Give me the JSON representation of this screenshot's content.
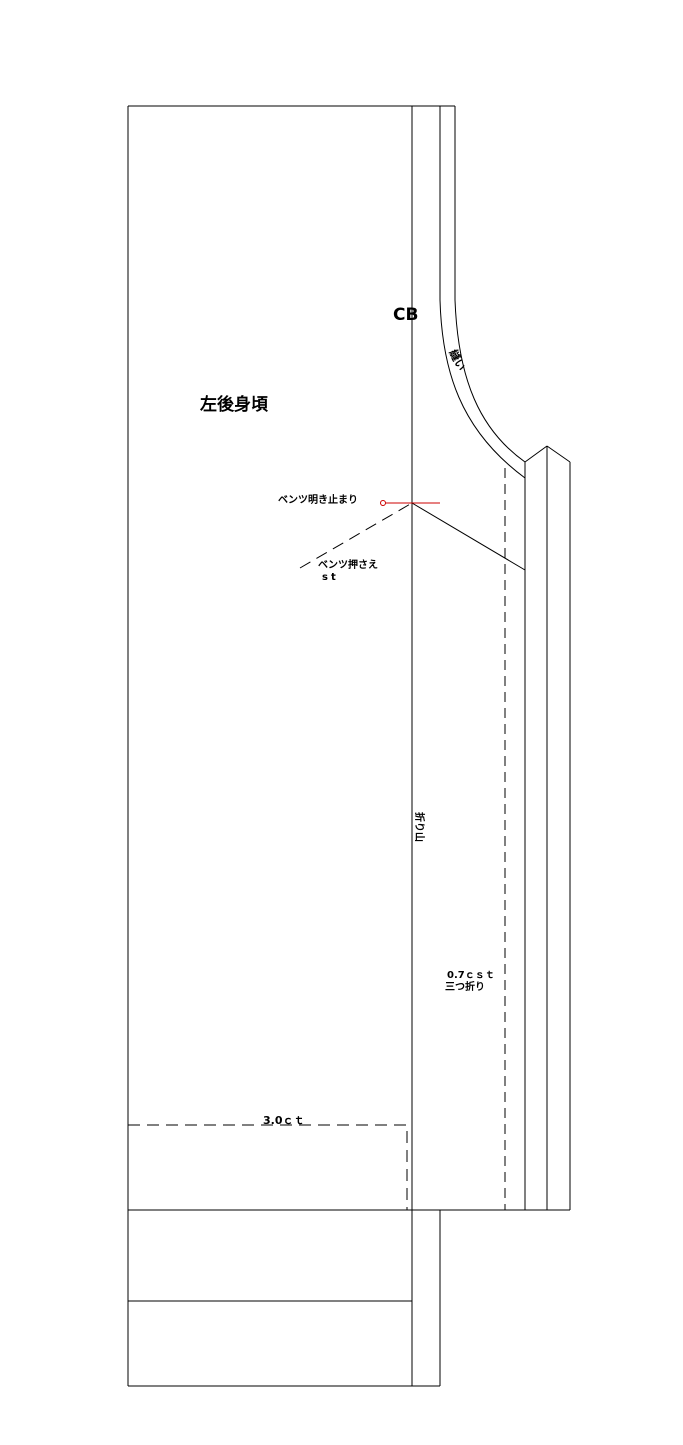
{
  "labels": {
    "cb": "CB",
    "piece_name": "左後身頃",
    "vent_stop": "ベンツ明き止まり",
    "vent_hold_line1": "ベンツ押さえ",
    "vent_hold_line2": "st",
    "fold_line": "折り山",
    "seam_note": "縫い",
    "hem_st": "3.0ｃｔ",
    "edge_st_line1": "0.7ｃｓｔ",
    "edge_st_line2": "三つ折り"
  },
  "colors": {
    "line": "#000000",
    "vent_mark": "#cc0000"
  }
}
